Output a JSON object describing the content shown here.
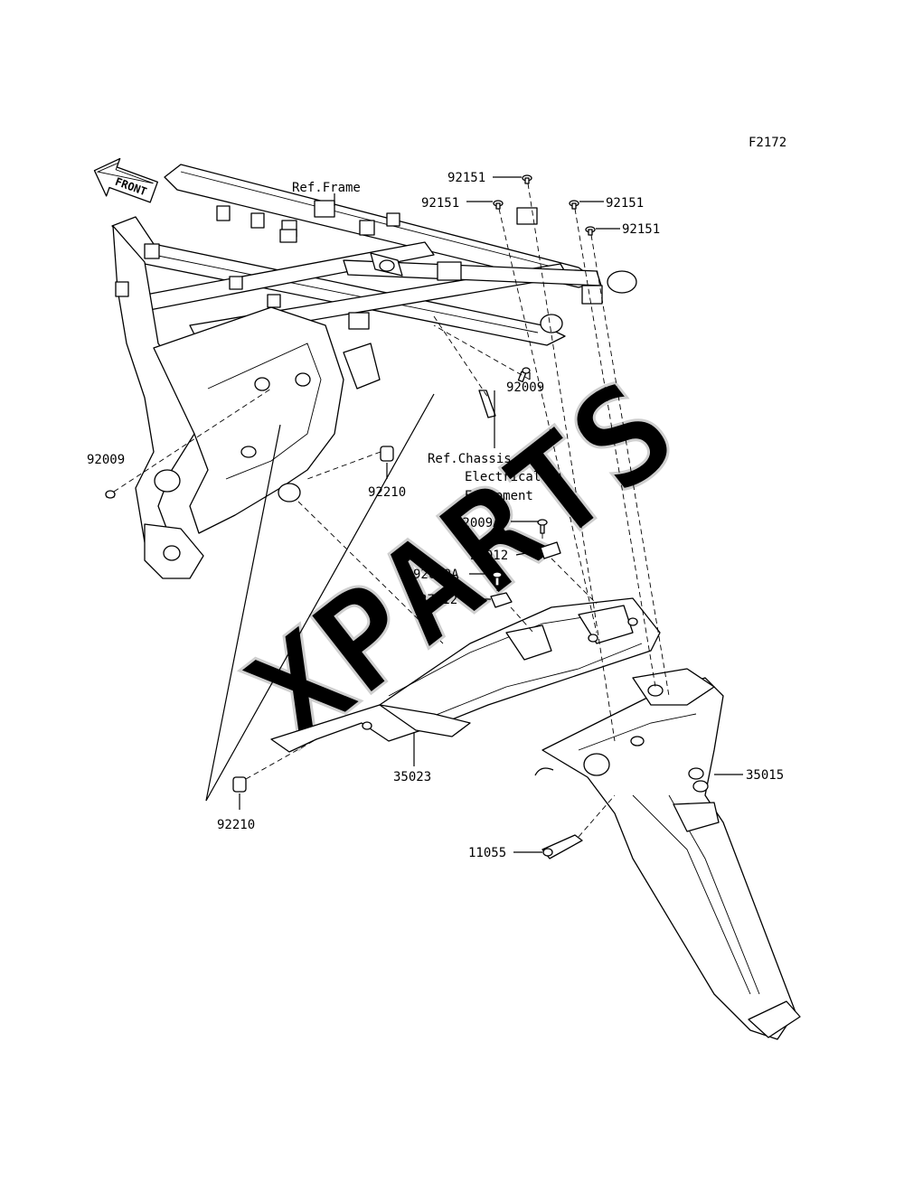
{
  "figure_code": "F2172",
  "front_arrow": "FRONT",
  "watermark": "XPARTS",
  "references": {
    "frame": "Ref.Frame",
    "chassis_line1": "Ref.Chassis",
    "chassis_line2": "Electrical",
    "chassis_line3": "Equipment"
  },
  "callouts": {
    "bolt_92151_a": "92151",
    "bolt_92151_b": "92151",
    "bolt_92151_c": "92151",
    "bolt_92151_d": "92151",
    "bolt_92009_left": "92009",
    "bolt_92009_center": "92009",
    "collar_92210_upper": "92210",
    "collar_92210_lower": "92210",
    "bolt_92009A_upper": "92009A",
    "bolt_92009A_lower": "92009A",
    "clamp_27012_upper": "27012",
    "clamp_27012_lower": "27012",
    "fender_35023": "35023",
    "fender_35015": "35015",
    "clamp_11055": "11055"
  }
}
